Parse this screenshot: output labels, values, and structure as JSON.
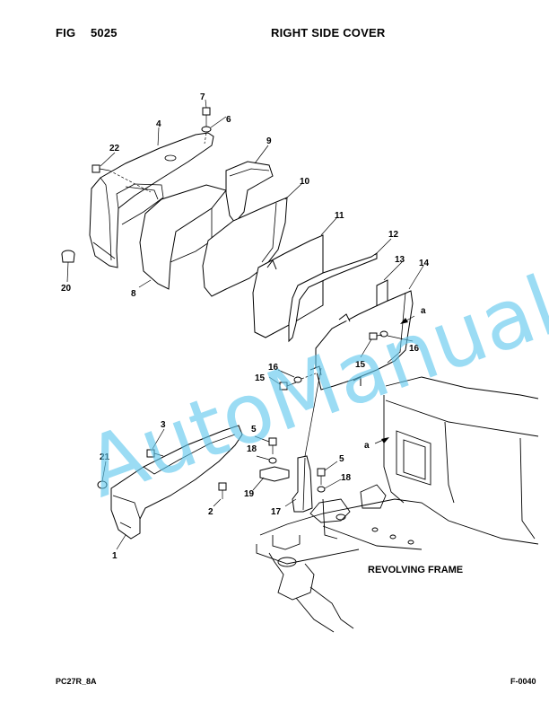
{
  "header": {
    "fig_label": "FIG",
    "fig_number": "5025",
    "title": "RIGHT SIDE COVER"
  },
  "footer": {
    "model": "PC27R_8A",
    "page_code": "F-0040"
  },
  "watermark": {
    "text": "AutoManual",
    "color": "#5fc8ee"
  },
  "assembly_label": "REVOLVING FRAME",
  "reference_mark": "a",
  "callouts": {
    "c1": "1",
    "c2": "2",
    "c3": "3",
    "c4": "4",
    "c5a": "5",
    "c5b": "5",
    "c6": "6",
    "c7": "7",
    "c8": "8",
    "c9": "9",
    "c10": "10",
    "c11": "11",
    "c12": "12",
    "c13": "13",
    "c14": "14",
    "c15a": "15",
    "c15b": "15",
    "c16a": "16",
    "c16b": "16",
    "c17": "17",
    "c18a": "18",
    "c18b": "18",
    "c19": "19",
    "c20": "20",
    "c21": "21",
    "c22": "22"
  }
}
